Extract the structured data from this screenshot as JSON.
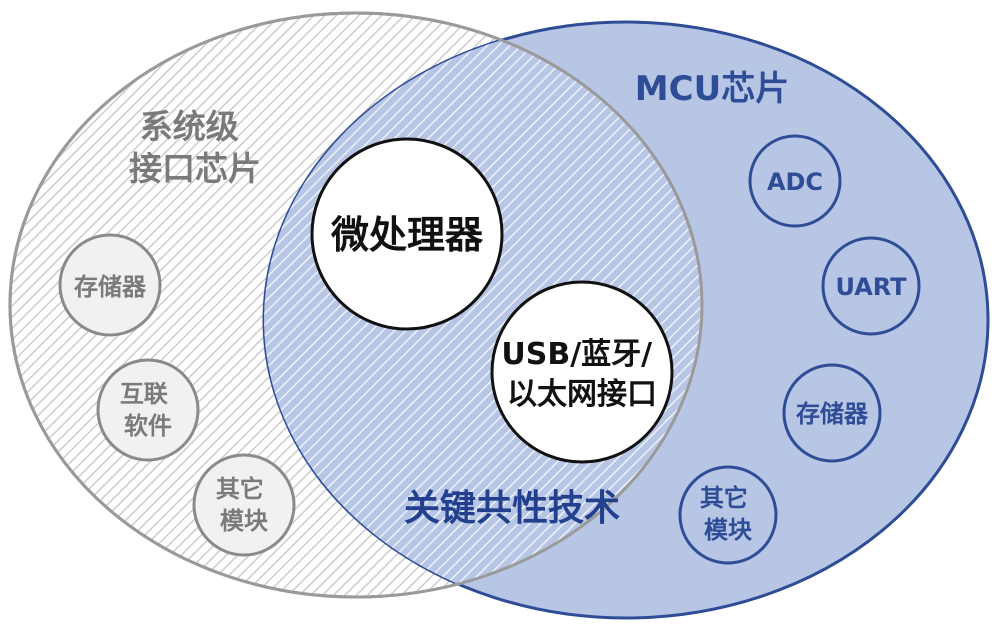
{
  "left_set": {
    "title_lines": [
      "系统级",
      "接口芯片"
    ],
    "items": [
      {
        "lines": [
          "存储器"
        ]
      },
      {
        "lines": [
          "互联",
          "软件"
        ]
      },
      {
        "lines": [
          "其它",
          "模块"
        ]
      }
    ]
  },
  "right_set": {
    "title_lines": [
      "MCU芯片"
    ],
    "items": [
      {
        "lines": [
          "ADC"
        ]
      },
      {
        "lines": [
          "UART"
        ]
      },
      {
        "lines": [
          "存储器"
        ]
      },
      {
        "lines": [
          "其它",
          "模块"
        ]
      }
    ]
  },
  "intersection": {
    "label": "关键共性技术",
    "items": [
      {
        "lines": [
          "微处理器"
        ]
      },
      {
        "lines": [
          "USB/蓝牙/",
          "以太网接口"
        ]
      }
    ]
  },
  "colors": {
    "left_stroke": "#9a9a9a",
    "left_hatch": "#c8c8c8",
    "right_fill": "#b8c6e6",
    "right_stroke": "#2f4d96",
    "right_text": "#2f4d96",
    "intersection_text": "#22408e",
    "gray_text": "#7a7a7a",
    "gray_bubble_fill": "#f1f1f1"
  }
}
